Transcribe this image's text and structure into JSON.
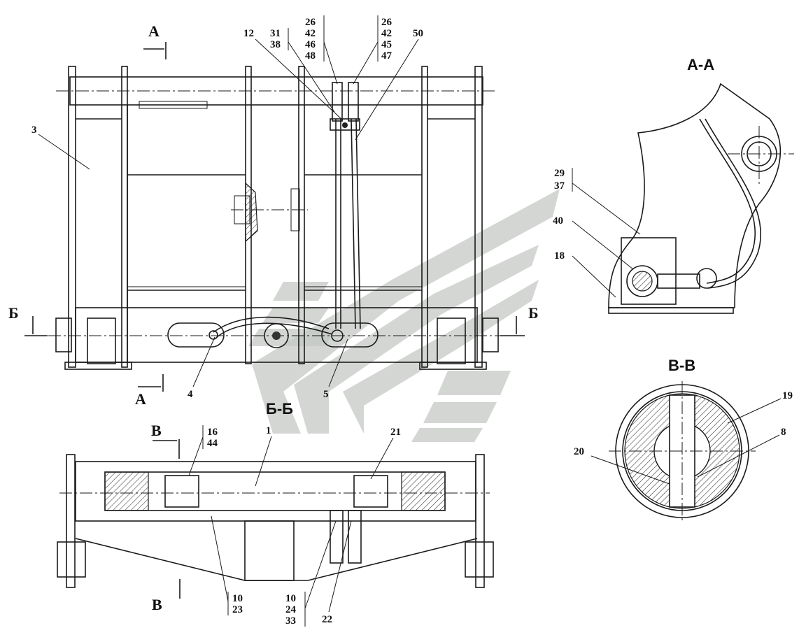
{
  "sections": {
    "aa_title": "А-А",
    "bb_title": "Б-Б",
    "vv_title": "В-В",
    "a_marker": "А",
    "b_marker": "Б",
    "v_marker": "В"
  },
  "callouts": {
    "c3": "3",
    "c12": "12",
    "c31_38": [
      "31",
      "38"
    ],
    "c26_42_46_48": [
      "26",
      "42",
      "46",
      "48"
    ],
    "c26_42_45_47": [
      "26",
      "42",
      "45",
      "47"
    ],
    "c50": "50",
    "c4": "4",
    "c5": "5",
    "c29_37": [
      "29",
      "37"
    ],
    "c40": "40",
    "c18": "18",
    "c1": "1",
    "c16_44": [
      "16",
      "44"
    ],
    "c21": "21",
    "c10_23": [
      "10",
      "23"
    ],
    "c10_24_33": [
      "10",
      "24",
      "33"
    ],
    "c22": "22",
    "c19": "19",
    "c8": "8",
    "c20": "20"
  },
  "colors": {
    "line": "#1a1a1a",
    "watermark": "#c4c8c4"
  }
}
